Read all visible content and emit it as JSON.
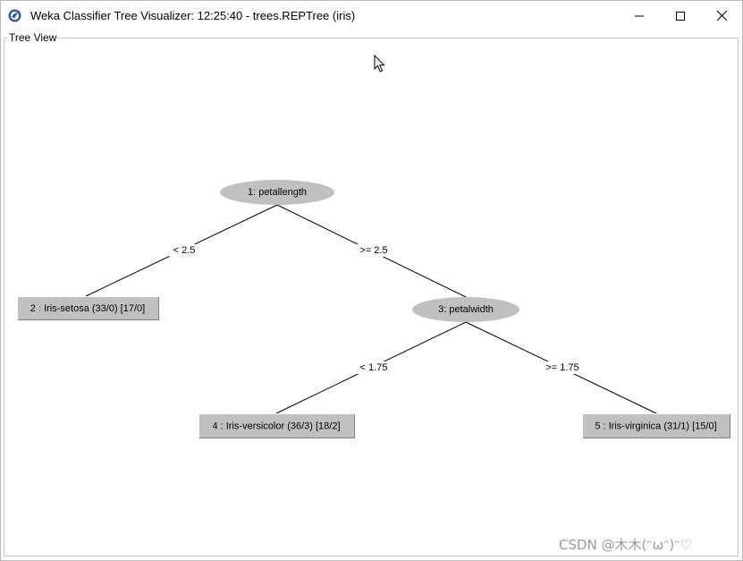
{
  "window": {
    "title": "Weka Classifier Tree Visualizer: 12:25:40 - trees.REPTree (iris)",
    "icon": "weka-bird-icon",
    "controls": {
      "minimize": "minimize-icon",
      "maximize": "maximize-icon",
      "close": "close-icon"
    }
  },
  "panel": {
    "label": "Tree View"
  },
  "tree": {
    "nodes": [
      {
        "id": "n1",
        "type": "split",
        "label": "1: petallength"
      },
      {
        "id": "n2",
        "type": "leaf",
        "label": "2 : Iris-setosa (33/0) [17/0]"
      },
      {
        "id": "n3",
        "type": "split",
        "label": "3: petalwidth"
      },
      {
        "id": "n4",
        "type": "leaf",
        "label": "4 : Iris-versicolor (36/3) [18/2]"
      },
      {
        "id": "n5",
        "type": "leaf",
        "label": "5 : Iris-virginica (31/1) [15/0]"
      }
    ],
    "edges": [
      {
        "from": "n1",
        "to": "n2",
        "label": "< 2.5"
      },
      {
        "from": "n1",
        "to": "n3",
        "label": ">= 2.5"
      },
      {
        "from": "n3",
        "to": "n4",
        "label": "< 1.75"
      },
      {
        "from": "n3",
        "to": "n5",
        "label": ">= 1.75"
      }
    ]
  },
  "colors": {
    "node_fill": "#c0c0c0",
    "leaf_shadow": "#808080",
    "edge": "#000000"
  },
  "watermark": "CSDN @木木(ᵔωᵔ)ᵔ♡"
}
